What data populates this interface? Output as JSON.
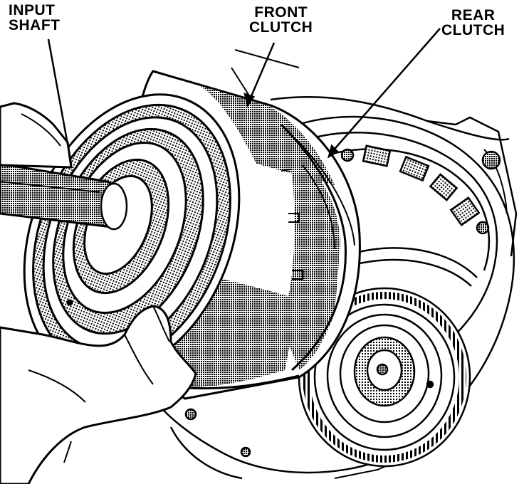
{
  "labels": {
    "input_shaft": {
      "line1": "INPUT",
      "line2": "SHAFT"
    },
    "front_clutch": {
      "line1": "FRONT",
      "line2": "CLUTCH"
    },
    "rear_clutch": {
      "line1": "REAR",
      "line2": "CLUTCH"
    }
  },
  "colors": {
    "ink": "#000000",
    "paper": "#ffffff",
    "shade": "#7a7a7a"
  }
}
